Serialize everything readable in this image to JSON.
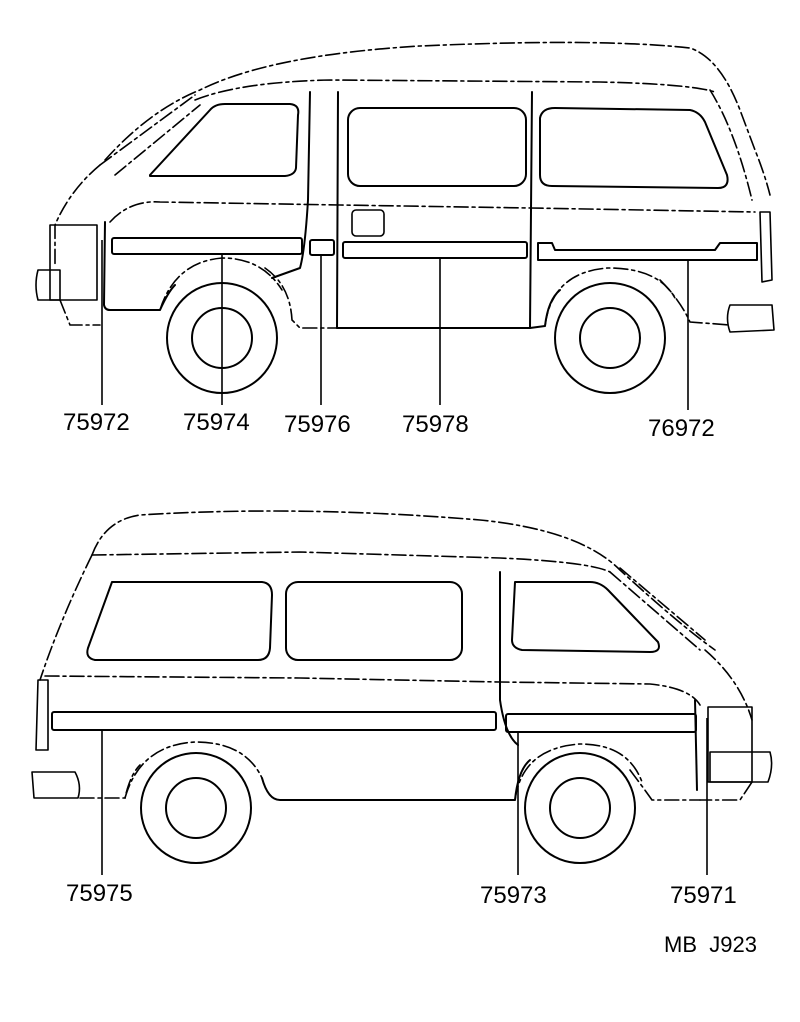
{
  "diagram": {
    "top_view_labels": [
      "75972",
      "75974",
      "75976",
      "75978",
      "76972"
    ],
    "bottom_view_labels": [
      "75975",
      "75973",
      "75971"
    ],
    "reference_code": "MB  J923"
  }
}
